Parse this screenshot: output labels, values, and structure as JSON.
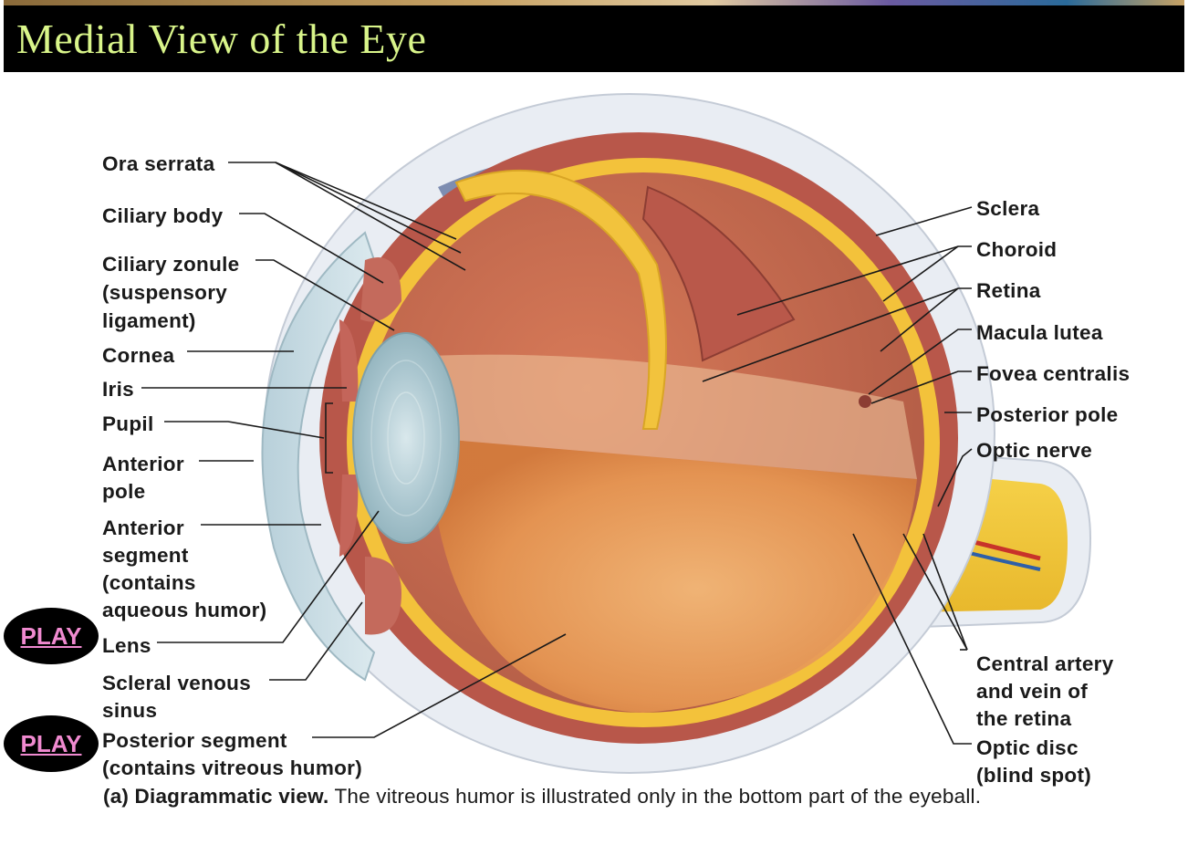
{
  "title": "Medial View of the Eye",
  "labels": {
    "ora_serrata": "Ora serrata",
    "ciliary_body": "Ciliary body",
    "ciliary_zonule_1": "Ciliary zonule",
    "ciliary_zonule_2": "(suspensory",
    "ciliary_zonule_3": "ligament)",
    "cornea": "Cornea",
    "iris": "Iris",
    "pupil": "Pupil",
    "anterior_pole_1": "Anterior",
    "anterior_pole_2": "pole",
    "anterior_segment_1": "Anterior",
    "anterior_segment_2": "segment",
    "anterior_segment_3": "(contains",
    "anterior_segment_4": "aqueous humor)",
    "lens": "Lens",
    "scleral_sinus_1": "Scleral venous",
    "scleral_sinus_2": "sinus",
    "posterior_segment_1": "Posterior segment",
    "posterior_segment_2": "(contains vitreous humor)",
    "sclera": "Sclera",
    "choroid": "Choroid",
    "retina": "Retina",
    "macula_lutea": "Macula lutea",
    "fovea_centralis": "Fovea centralis",
    "posterior_pole": "Posterior pole",
    "optic_nerve": "Optic nerve",
    "central_artery_1": "Central artery",
    "central_artery_2": "and vein of",
    "central_artery_3": "the retina",
    "optic_disc_1": "Optic disc",
    "optic_disc_2": "(blind spot)"
  },
  "buttons": {
    "play_1": "PLAY",
    "play_2": "PLAY"
  },
  "caption": {
    "bold": "(a) Diagrammatic view.",
    "rest": " The vitreous humor is illustrated only in the bottom part of the eyeball."
  },
  "colors": {
    "title_bg": "#000000",
    "title_text": "#d9f58a",
    "play_bg": "#000000",
    "play_text": "#f08ad0",
    "sclera": "#e9edf3",
    "choroid": "#b8574a",
    "retina": "#f3c23b",
    "vitreous": "#e79a56",
    "cornea": "#c8dde6",
    "upper_sclera_blue": "#7d8db1"
  }
}
